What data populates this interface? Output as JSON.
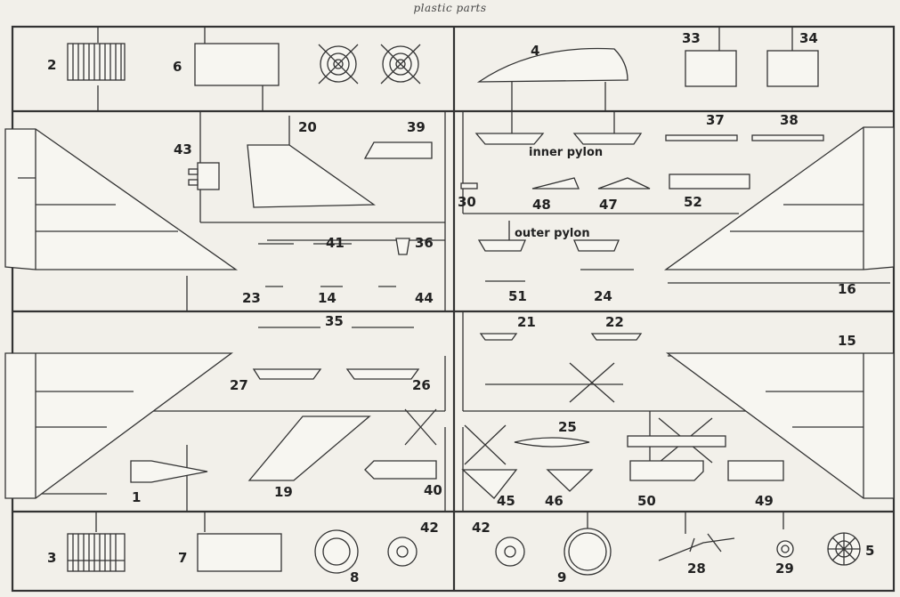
{
  "title": "plastic parts",
  "captions": {
    "inner_pylon": "inner pylon",
    "outer_pylon": "outer pylon"
  },
  "part_numbers": [
    "1",
    "2",
    "3",
    "4",
    "5",
    "6",
    "7",
    "8",
    "9",
    "14",
    "15",
    "16",
    "19",
    "20",
    "21",
    "22",
    "23",
    "24",
    "25",
    "26",
    "27",
    "28",
    "29",
    "30",
    "33",
    "34",
    "35",
    "36",
    "37",
    "38",
    "39",
    "40",
    "41",
    "42",
    "43",
    "44",
    "45",
    "46",
    "47",
    "48",
    "49",
    "50",
    "51",
    "52"
  ]
}
